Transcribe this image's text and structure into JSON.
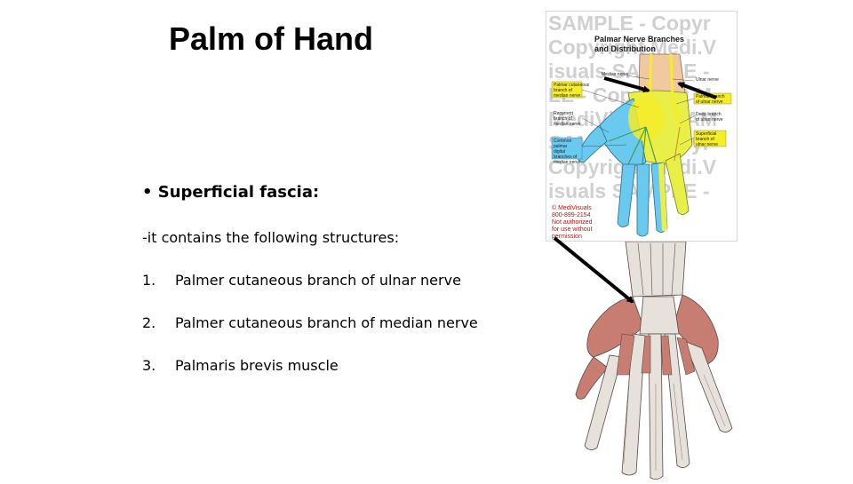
{
  "slide": {
    "title": "Palm of Hand",
    "bullet_heading": "• Superficial fascia:",
    "intro": "-it contains the following structures:",
    "items": [
      {
        "num": "1.",
        "text": "Palmer cutaneous branch of ulnar nerve"
      },
      {
        "num": "2.",
        "text": "Palmer cutaneous branch of median nerve"
      },
      {
        "num": "3.",
        "text": "Palmaris brevis muscle"
      }
    ]
  },
  "figure_top": {
    "watermark_lines": [
      "SAMPLE - Copyr",
      "Copyright Medi.V",
      "isuals SAMPLE -",
      "LE - Copyright M",
      "MediVisuals SAM",
      "SAMPLE - Copyr",
      "Copyright Medi.V",
      "isuals SAMPLE -"
    ],
    "title_line1": "Palmar Nerve Branches",
    "title_line2": "and Distribution",
    "labels": {
      "median_nerve": "Median nerve",
      "ulnar_nerve": "Ulnar nerve",
      "palmar_cut_median_1": "Palmar cutaneous",
      "palmar_cut_median_2": "branch of",
      "palmar_cut_median_3": "median nerve",
      "palmar_branch_ulnar_1": "Palmar branch",
      "palmar_branch_ulnar_2": "of ulnar nerve",
      "recurrent_median_1": "Recurrent",
      "recurrent_median_2": "branch of",
      "recurrent_median_3": "median nerve",
      "deep_branch_ulnar_1": "Deep branch",
      "deep_branch_ulnar_2": "of ulnar nerve",
      "common_digital_1": "Common",
      "common_digital_2": "palmar",
      "common_digital_3": "digital",
      "common_digital_4": "branches of",
      "common_digital_5": "median nerve",
      "superficial_ulnar_1": "Superficial",
      "superficial_ulnar_2": "branch of",
      "superficial_ulnar_3": "ulnar nerve"
    },
    "copyright_lines": [
      "© MediVisuals",
      "800-899-2154",
      "Not authorized",
      "for use without",
      "permission"
    ],
    "colors": {
      "median_area": "#69c9ef",
      "ulnar_area": "#e8f048",
      "nerve": "#f5ec2a",
      "muscle": "#f1c8a0"
    }
  },
  "figure_bottom": {
    "colors": {
      "muscle": "#c77d72",
      "tendon": "#e6e1db",
      "outline": "#5a4a44"
    }
  },
  "arrows": {
    "color": "#000000"
  }
}
